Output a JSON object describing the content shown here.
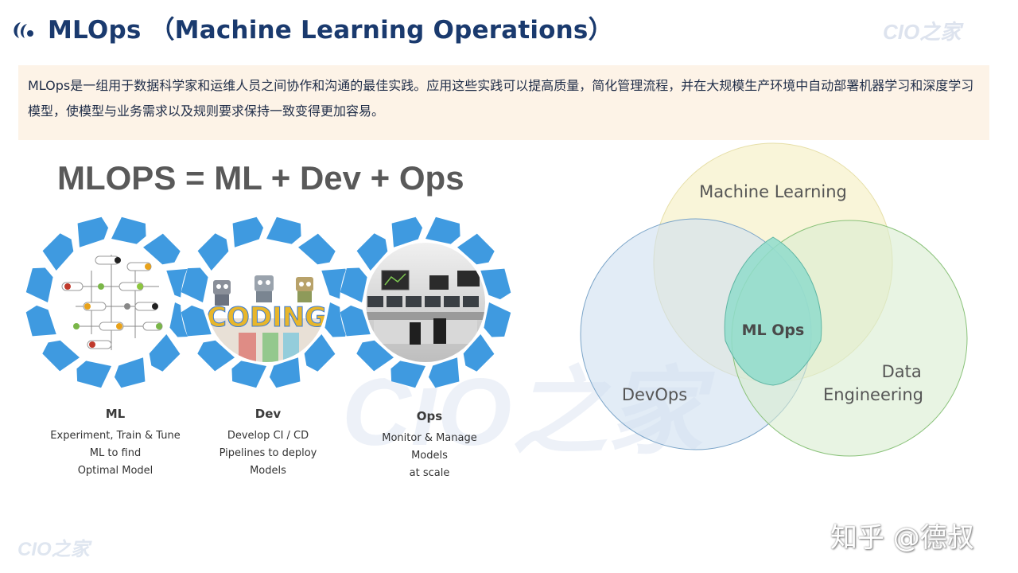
{
  "header": {
    "title": "MLOps （Machine Learning Operations）",
    "watermark_top": "CIO之家",
    "accent_color": "#1a3a6e"
  },
  "intro": {
    "text": "MLOps是一组用于数据科学家和运维人员之间协作和沟通的最佳实践。应用这些实践可以提高质量，简化管理流程，并在大规模生产环境中自动部署机器学习和深度学习模型，使模型与业务需求以及规则要求保持一致变得更加容易。",
    "background": "#fdf3e7"
  },
  "formula": "MLOPS = ML + Dev + Ops",
  "stages": [
    {
      "title": "ML",
      "lines": [
        "Experiment, Train & Tune",
        "ML to find",
        "Optimal Model"
      ]
    },
    {
      "title": "Dev",
      "lines": [
        "Develop CI / CD",
        "Pipelines to deploy",
        "Models"
      ]
    },
    {
      "title": "Ops",
      "lines": [
        "Monitor & Manage",
        "Models",
        "at scale"
      ]
    }
  ],
  "venn": {
    "sets": [
      {
        "label": "Machine Learning",
        "color": "#f6efc4"
      },
      {
        "label": "DevOps",
        "color": "#cfe0f0"
      },
      {
        "label": "Data\nEngineering",
        "color": "#d9ecd0"
      }
    ],
    "center_label": "ML Ops",
    "center_color": "#8fdccb"
  },
  "coding_word": "CODING",
  "watermarks": {
    "center": "CIO之家",
    "bottom_left": "CIO之家",
    "zhihu": "知乎 @德叔"
  }
}
